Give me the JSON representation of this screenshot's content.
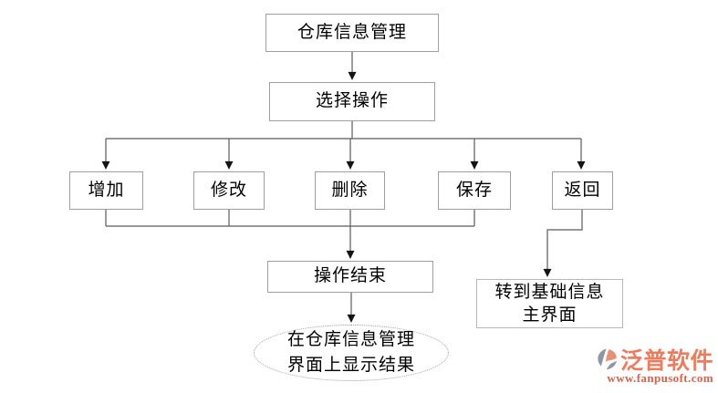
{
  "flowchart": {
    "nodes": {
      "warehouse": {
        "label": "仓库信息管理"
      },
      "select": {
        "label": "选择操作"
      },
      "add": {
        "label": "增加"
      },
      "modify": {
        "label": "修改"
      },
      "delete": {
        "label": "删除"
      },
      "save": {
        "label": "保存"
      },
      "back": {
        "label": "返回"
      },
      "end": {
        "label": "操作结束"
      },
      "goto_main": {
        "line1": "转到基础信息",
        "line2": "主界面"
      },
      "result": {
        "line1": "在仓库信息管理",
        "line2": "界面上显示结果"
      }
    }
  },
  "watermark": {
    "brand": "泛普软件",
    "url": "www.fanpusoft.com",
    "brand_color": "#ed7c5f",
    "url_color": "#dd5f48",
    "icon": "fanpu-swirl-logo",
    "icon_gray": "#8e96a4",
    "icon_salmon": "#e88f74"
  },
  "colors": {
    "background": "#ffffff",
    "box_border": "#9f9f9f",
    "line": "#5a5a5a",
    "arrowhead": "#141414",
    "text": "#000000"
  }
}
